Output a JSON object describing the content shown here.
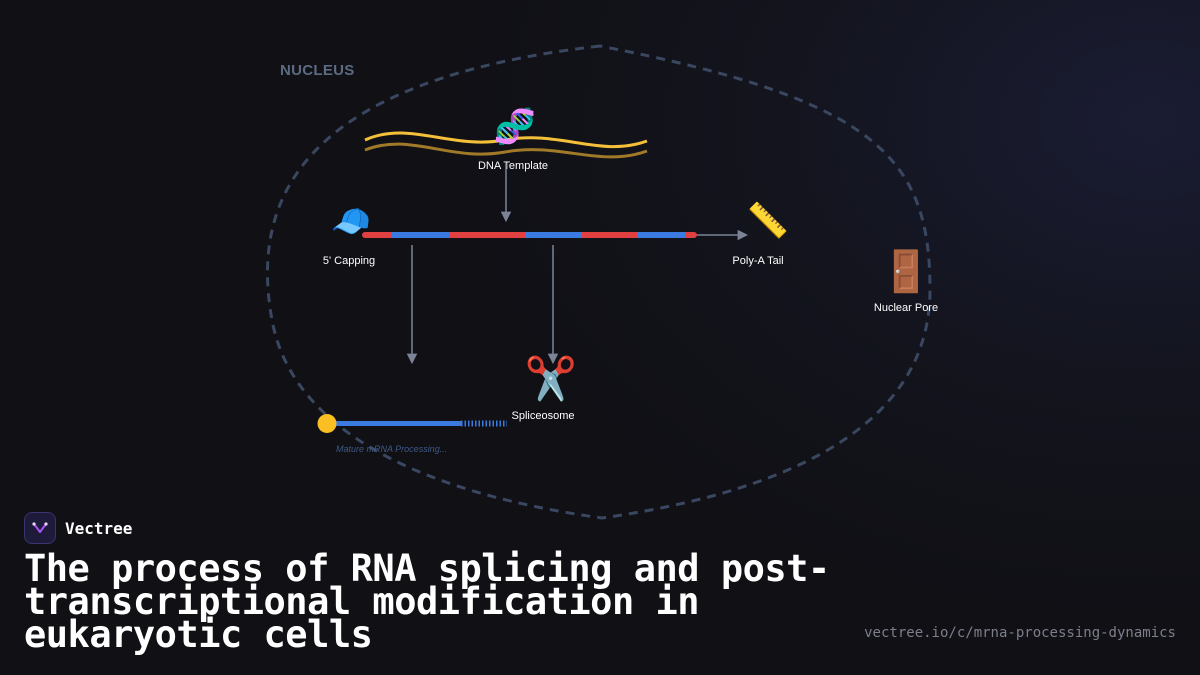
{
  "diagram": {
    "nucleus_label": "NUCLEUS",
    "dna_label": "DNA Template",
    "capping_label": "5' Capping",
    "polya_label": "Poly-A Tail",
    "pore_label": "Nuclear Pore",
    "spliceosome_label": "Spliceosome",
    "mature_label": "Mature mRNA Processing...",
    "icons": {
      "dna": "🧬",
      "cap": "🧢",
      "ruler": "📏",
      "door": "🚪",
      "scissors": "✂️"
    },
    "colors": {
      "exon": "#3b7ae0",
      "intron": "#e04040",
      "dna_strand_1": "#f4c03a",
      "dna_strand_2": "#a07a28",
      "cap": "#fbbf24",
      "membrane": "#3a4760",
      "arrow": "#7b8496"
    }
  },
  "brand": {
    "name": "Vectree"
  },
  "title": "The process of RNA splicing and post-transcriptional modification in eukaryotic cells",
  "url": "vectree.io/c/mrna-processing-dynamics"
}
